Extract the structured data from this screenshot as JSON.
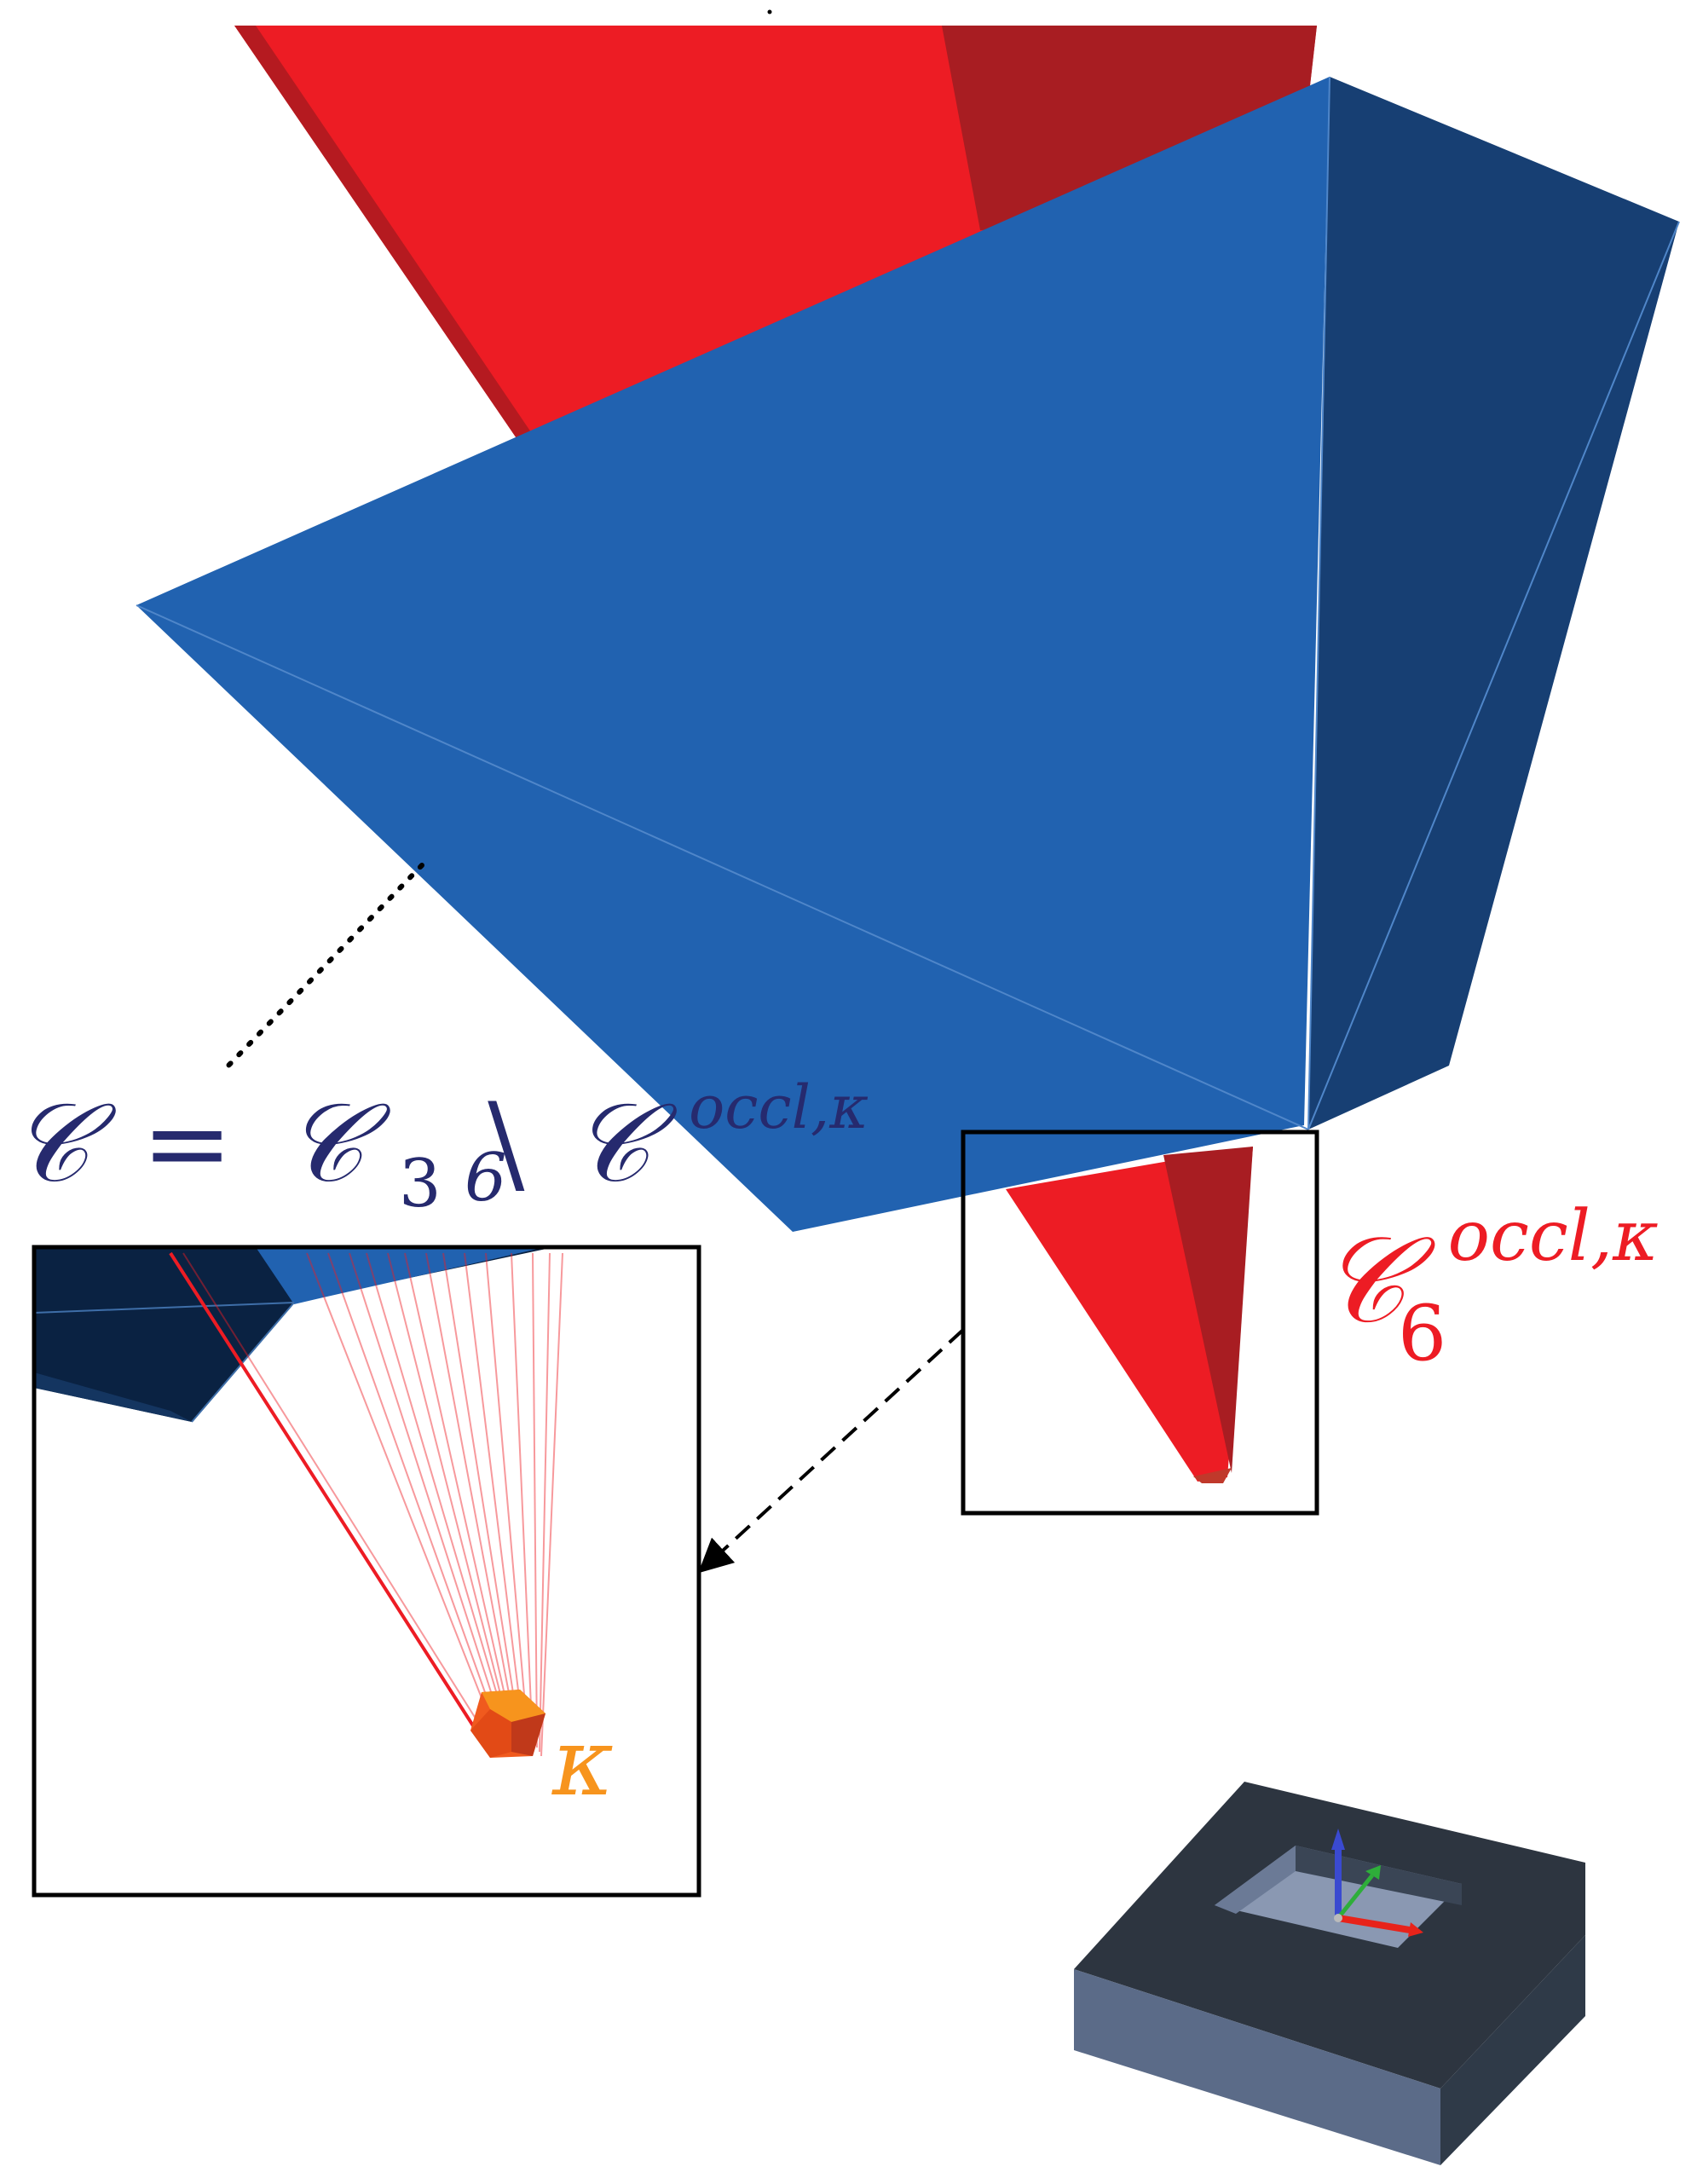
{
  "labels": {
    "result_set": {
      "lhs": "𝒞",
      "eq": "=",
      "c3": "𝒞",
      "c3_sub": "3",
      "setminus": "\\",
      "c6": "𝒞",
      "c6_sub": "6",
      "c6_sup": "occl,κ"
    },
    "occlusion_cone": {
      "base": "𝒞",
      "sub": "6",
      "sup": "occl,κ"
    },
    "kappa": "κ"
  },
  "colors": {
    "blue_cone_face": "#2162b0",
    "blue_cone_side": "#173f73",
    "red_cone_face": "#ed1c24",
    "red_cone_side": "#a81d22",
    "kappa_orange": "#f7941d",
    "result_label": "#262a6e",
    "occl_label": "#ed1c24",
    "workpiece_top": "#2d3540",
    "workpiece_side": "#5b6b88"
  },
  "icons": {
    "zoom_box": "zoom-rectangle",
    "zoom_arrow": "dashed-arrow",
    "axis_triad": "xyz-axes-icon"
  }
}
